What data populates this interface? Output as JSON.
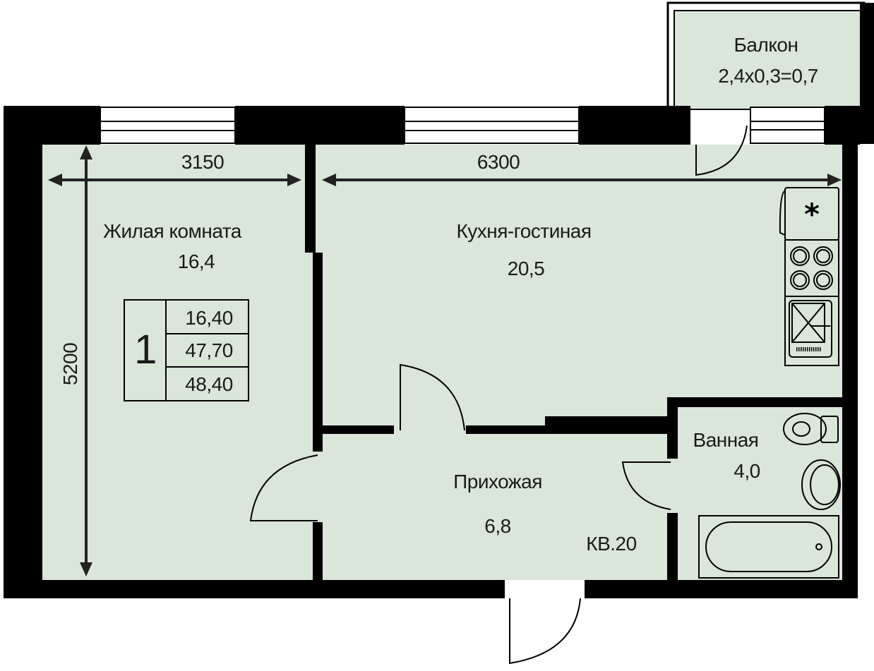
{
  "colors": {
    "floor": "#d9e6d9",
    "wall": "#000000"
  },
  "rooms": {
    "living": {
      "name": "Жилая комната",
      "area": "16,4"
    },
    "kitchen": {
      "name": "Кухня-гостиная",
      "area": "20,5"
    },
    "balcony": {
      "name": "Балкон",
      "area": "2,4x0,3=0,7"
    },
    "hall": {
      "name": "Прихожая",
      "area": "6,8"
    },
    "bath": {
      "name": "Ванная",
      "area": "4,0"
    }
  },
  "dimensions": {
    "living_width": "3150",
    "kitchen_width": "6300",
    "depth": "5200"
  },
  "summary": {
    "rooms": "1",
    "living_area": "16,40",
    "total_area": "47,70",
    "total_with_balcony": "48,40"
  },
  "apartment_label": "КВ.20"
}
